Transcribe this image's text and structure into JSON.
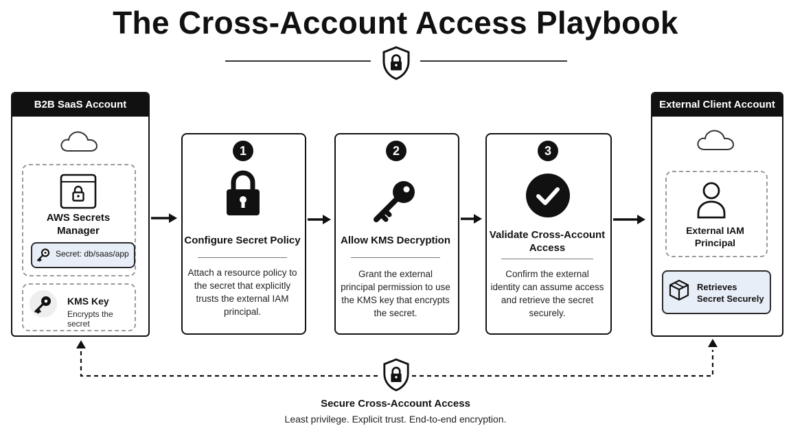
{
  "title": "The Cross-Account Access Playbook",
  "left_account": {
    "header": "B2B SaaS Account",
    "secrets_manager": "AWS Secrets Manager",
    "secret_path": "Secret: db/saas/app",
    "kms_title": "KMS Key",
    "kms_sub": "Encrypts the secret"
  },
  "steps": [
    {
      "number": "1",
      "title": "Configure Secret Policy",
      "desc": "Attach a resource policy to the secret that explicitly trusts the external IAM principal."
    },
    {
      "number": "2",
      "title": "Allow KMS Decryption",
      "desc": "Grant the external principal permission to use the KMS key that encrypts the secret."
    },
    {
      "number": "3",
      "title": "Validate Cross-Account Access",
      "desc": "Confirm the external identity can assume access and retrieve the secret securely."
    }
  ],
  "right_account": {
    "header": "External Client Account",
    "principal": "External IAM Principal",
    "retrieves": "Retrieves Secret Securely"
  },
  "footer": {
    "title": "Secure Cross-Account Access",
    "subtitle": "Least privilege. Explicit trust. End-to-end encryption."
  }
}
